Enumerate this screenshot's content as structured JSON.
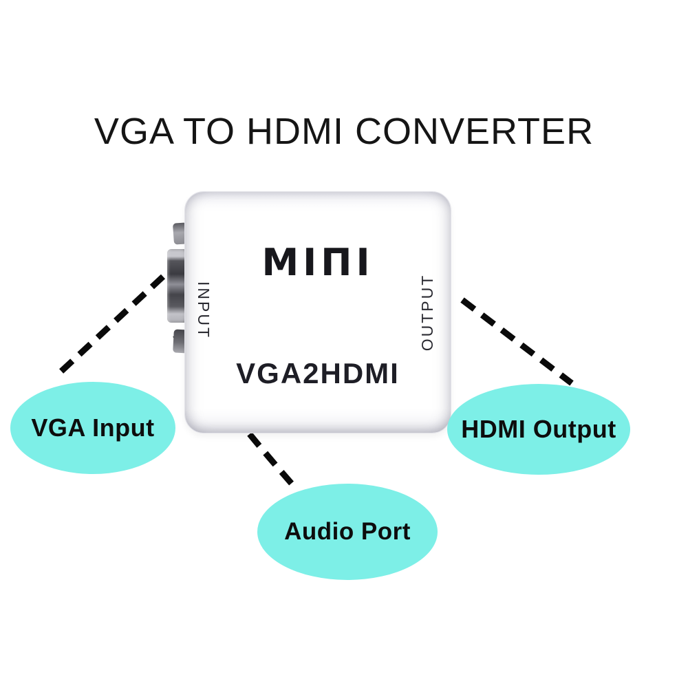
{
  "title": "VGA TO HDMI CONVERTER",
  "device": {
    "logo": "MINI",
    "logo_display": "MIПI",
    "model": "VGA2HDMI",
    "side_labels": {
      "left": "INPUT",
      "right": "OUTPUT"
    }
  },
  "callouts": {
    "vga_input": "VGA Input",
    "hdmi_output": "HDMI Output",
    "audio_port": "Audio Port"
  },
  "colors": {
    "background": "#ffffff",
    "callout_fill": "#7defe7",
    "callout_text": "#0d0d0d",
    "dashed_line": "#0a0a0a",
    "title_text": "#151515",
    "device_face": "#ffffff",
    "device_edge": "#e3e3e9",
    "connector_dark": "#3b3b41",
    "connector_light": "#c7c7cd"
  }
}
